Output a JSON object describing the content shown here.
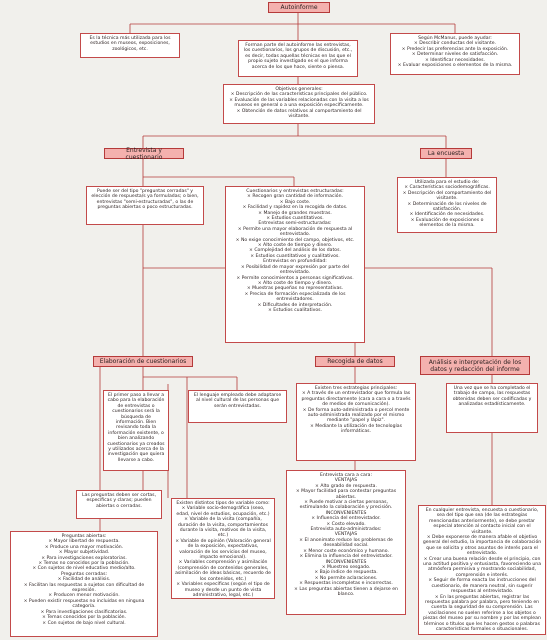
{
  "title": "Autoinforme",
  "top_left": "Es la técnica más utilizada para los estudios en museos, exposiciones, zoológicos, etc.",
  "top_center": "Forman parte del autoinforme las entrevistas, los cuestionarios, los grupos de discusión, etc., es decir, todas aquellas técnicas en las que el propio sujeto investigado es el que informa acerca de los que hace, siente o piensa.",
  "top_right": "Según McManus, puede ayudar:\n× Describir conductas del visitante.\n× Predecir las preferencias ante la exposición.\n× Determinar niveles de satisfacción.\n× Identificar necesidades.\n× Evaluar exposiciones o elementos de la misma.",
  "objectives": "Objetivos generales:\n× Descripción de las características principales del público.\n× Evaluación de las variables relacionadas con la visita a los museos en general o a una exposición específicamente.\n× Obtención de datos relativos al comportamiento del visitante.",
  "entrevista_header": "Entrevista y cuestionario",
  "encuesta_header": "La encuesta",
  "entrevista_left": "Puede ser del tipo \"preguntas cerradas\" y elección de respuesta/s ya formuladas; o bien, entrevistas \"semi-estructuradas\", o las de preguntas abiertas o poco estructuradas.",
  "entrevista_center": "Cuestionarios y entrevistas estructuradas:\n× Recogen gran cantidad de información.\n× Bajo coste.\n× Facilidad y rapidez en la recogida de datos.\n× Manejo de grandes muestras.\n× Estudios cuantitativos.\nEntrevistas semi-estructuradas:\n× Permite una mayor elaboración de respuesta al entrevistado.\n× No exige conocimiento del campo, objetivos, etc.\n× Alto coste de tiempo y dinero.\n× Complejidad del análisis de los datos.\n× Estudios cuantitativos y cualitativos.\nEntrevistas en profundidad:\n× Posibilidad de mayor expresión por parte del entrevistado.\n× Permite conocimientos a personas significativas.\n× Alto coste de tiempo y dinero.\n× Muestras pequeñas no representativas.\n× Precisa de formación especializada de los entrevistadores.\n× Dificultades de interpretación.\n× Estudios cualitativos.",
  "encuesta_box": "Utilizada para el estudio de:\n× Características sociodemográficas.\n× Descripción del comportamiento del visitante.\n× Determinación de los niveles de satisfacción.\n× Identificación de necesidades.\n× Evaluación de exposiciones o elementos de la misma.",
  "elaboracion_header": "Elaboración de cuestionarios",
  "recogida_header": "Recogida de datos",
  "analisis_header": "Análisis e interpretación de los datos y redacción del informe",
  "elab_first": "El primer paso a llevar a cabo para la elaboración de entrevistas o cuestionarios será la búsqueda de información. Bien revisando toda la información existente, o bien analizando cuestionarios ya creados y utilizados acerca de la investigación que quiera llevarse a cabo.",
  "elab_lang": "El lenguaje empleado debe adaptarse al nivel cultural de las personas que serán entrevistadas.",
  "recogida_box": "Existen tres estrategias principales:\n× A través de un entrevistador que formula las preguntas directamente (cara a cara o a través de medios de comunicación).\n× De forma auto-administrada o percol mente auto-administrada realizado por el mismo mediante \"papel y lápiz\".\n× Mediante la utilización de tecnologías informáticas.",
  "analisis_box": "Una vez que se ha completado el trabajo de campo, las respuestas obtenidas deben ser codificadas y analizadas estadísticamente.",
  "elab_q": "Las preguntas deben ser cortas, específicas y claras; pueden abiertas o cerradas.",
  "open_q": "Preguntas abiertas:\n× Mayor libertad de respuesta.\n× Produce una mayor motivación.\n× Mayor subjetividad.\n× Para investigaciones exploratorias.\n× Temas no conocidos por la población.\n× Con sujetos de nivel educativo medio/alto.\nPreguntas cerradas:\n× Facilidad de análisis.\n× Facilitan las respuestas a sujetos con dificultad de expresión.\n× Producen menor motivación.\n× Pueden existir respuestas no incluidas en ninguna categoría.\n× Para investigaciones clasificatorias.\n× Temas conocidos por la población.\n× Con sujetos de bajo nivel cultural.",
  "variables_box": "Existen distintos tipos de variable como:\n× Variable socio-demográfica (sexo, edad, nivel de estudios, ocupación, etc.)\n× Variable de la visita (compañía, duración de la visita, comportamientos durante la visita, motivos de la visita, etc.)\n× Variable de opinión (Valoración general de la exposición, expectativas, valoración de los servicios del museo, impacto emocional).\n× Variables comprensión y asimilación (comprensión de contenidos generales, asimilación de ideas básicas, recuerdo de los contenidos, etc.)\n× Variables específicas (según el tipo de museo y desde un punto de vista administrativo, legal, etc.)",
  "recogida_pros": "Entrevista cara a cara:\nVENTAJAS\n× Alto grado de respuesta.\n× Mayor facilidad para contestar preguntas abiertas.\n× Puede motivar a ciertas personas, estimulando la colaboración y precisión.\nINCONVENIENTES\n× Influencia del entrevistador.\n× Costo elevado.\nEntrevista auto-administrados:\nVENTAJAS\n× El anonimato reduce los problemas de deseabilidad social.\n× Menor coste económico y humano.\n× Elimina la influencia del entrevistador.\nINCONVENIENTES\n× Muestreo sesgado.\n× Bajo índice de respuesta.\n× No permite aclaraciones.\n× Respuestas incompletas e incorrectas.\n× Las preguntas abiertas tienen a dejarse en blanco.",
  "final_right": "En cualquier entrevista, encuesta o cuestionario, sea del tipo que sea (de las estrategias mencionadas anteriormente), se debe prestar especial atención al contacto inicial con el visitante.\n× Debe exponerse de manera afable el objetivo general del estudio, la importancia de colaboración que se solicita y otros asuntos de interés para el entrevistado.\n× Crear una buena relación desde el principio, con una actitud positiva y entusiasta, favoreciendo una atmósfera permisiva y mostrando sociabilidad, comprensión e interés.\n× Seguir de forma exacta las instrucciones del cuestionario, de manera neutral, sin sugerir respuestas al entrevistado.\n× En las preguntas abiertas, registrar las respuestas palabra por palabra, pero teniendo en cuenta la seguridad de su comprensión. Las vacilaciones no suelen referirse a los objetos o piezas del museo por su nombre y por las emplean términos o títulos que les hacen gestos o palabras características formales o situacionales."
}
